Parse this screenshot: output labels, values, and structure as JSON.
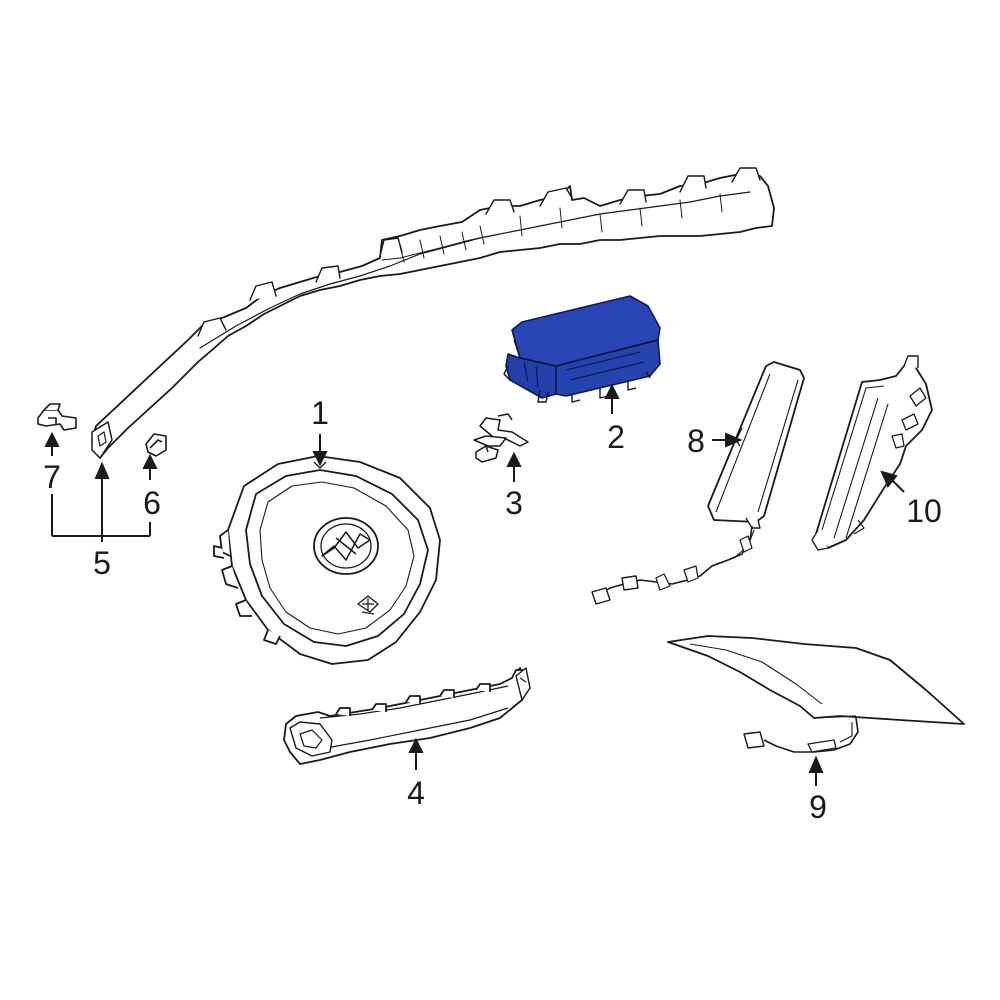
{
  "diagram": {
    "colors": {
      "line": "#1a1a1a",
      "highlight_fill": "#2a45b6",
      "highlight_dark": "#17287a",
      "background": "#ffffff"
    },
    "callouts": [
      {
        "id": "1",
        "label": "1",
        "part": "steering-wheel-airbag"
      },
      {
        "id": "2",
        "label": "2",
        "part": "passenger-airbag-module",
        "highlighted": true
      },
      {
        "id": "3",
        "label": "3",
        "part": "clip-bracket"
      },
      {
        "id": "4",
        "label": "4",
        "part": "knee-airbag"
      },
      {
        "id": "5",
        "label": "5",
        "part": "curtain-airbag"
      },
      {
        "id": "6",
        "label": "6",
        "part": "clip-6"
      },
      {
        "id": "7",
        "label": "7",
        "part": "clip-7"
      },
      {
        "id": "8",
        "label": "8",
        "part": "seat-side-airbag"
      },
      {
        "id": "9",
        "label": "9",
        "part": "seat-cushion-airbag"
      },
      {
        "id": "10",
        "label": "10",
        "part": "side-sensor-airbag"
      }
    ]
  }
}
